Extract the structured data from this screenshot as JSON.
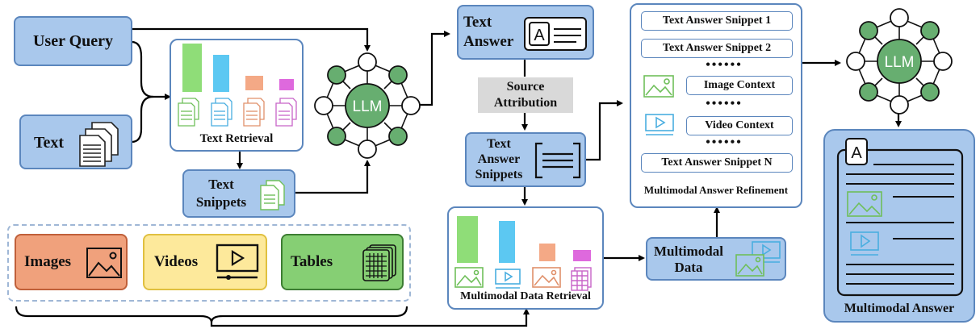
{
  "nodes": {
    "user_query": "User Query",
    "text": "Text",
    "text_retrieval": "Text Retrieval",
    "text_snippets_l1": "Text",
    "text_snippets_l2": "Snippets",
    "llm_1": "LLM",
    "text_answer_l1": "Text",
    "text_answer_l2": "Answer",
    "source_attribution_l1": "Source",
    "source_attribution_l2": "Attribution",
    "text_answer_snippets_l1": "Text",
    "text_answer_snippets_l2": "Answer",
    "text_answer_snippets_l3": "Snippets",
    "multimodal_data_retrieval": "Multimodal Data Retrieval",
    "multimodal_data_l1": "Multimodal",
    "multimodal_data_l2": "Data",
    "refinement_title": "Multimodal Answer Refinement",
    "llm_2": "LLM",
    "multimodal_answer": "Multimodal Answer",
    "images": "Images",
    "videos": "Videos",
    "tables": "Tables"
  },
  "refinement": {
    "snippet_1": "Text Answer Snippet 1",
    "snippet_2": "Text Answer Snippet 2",
    "dots_1": "••••••",
    "image_context": "Image Context",
    "dots_2": "••••••",
    "video_context": "Video Context",
    "dots_3": "••••••",
    "snippet_n": "Text Answer Snippet N"
  },
  "icons": {
    "text_answer": "A",
    "multimodal_answer": "A"
  },
  "colors": {
    "node_fill": "#a9c8ec",
    "node_border": "#5b86bd",
    "llm_green": "#67ae70",
    "images_fill": "#f0a17c",
    "videos_fill": "#fde99b",
    "tables_fill": "#86cf74",
    "bar_green": "#8fdd78",
    "bar_blue": "#5cc8f2",
    "bar_orange": "#f4a986",
    "bar_pink": "#de69dd",
    "source_attr_gray": "#d9d9d9"
  }
}
